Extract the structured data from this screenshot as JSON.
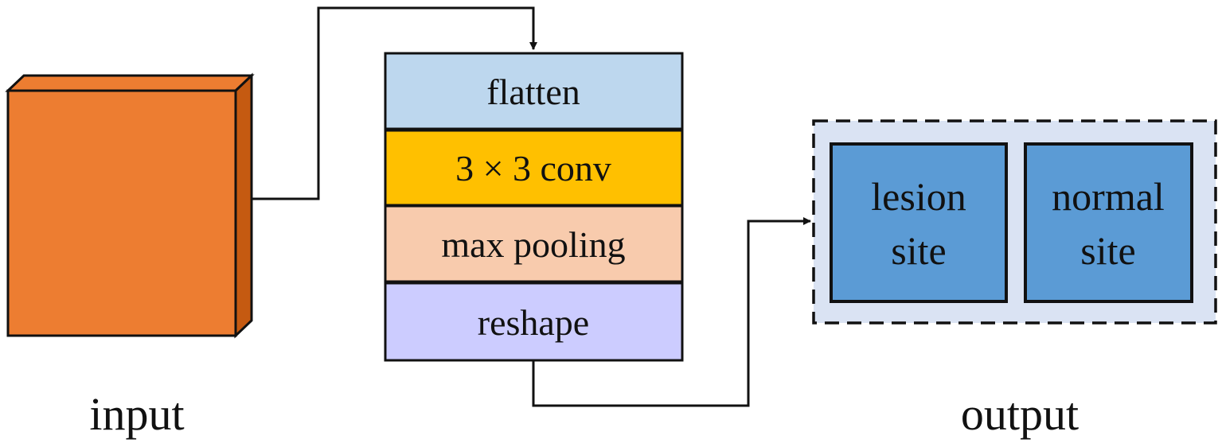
{
  "input": {
    "label": "input"
  },
  "layers": [
    {
      "label": "flatten",
      "color": "#bdd7ee"
    },
    {
      "label": "3 × 3 conv",
      "color": "#ffc000"
    },
    {
      "label": "max pooling",
      "color": "#f8cbad"
    },
    {
      "label": "reshape",
      "color": "#ccccff"
    }
  ],
  "output": {
    "label": "output",
    "background": "#dae3f3",
    "sites": [
      {
        "line1": "lesion",
        "line2": "site",
        "color": "#5b9bd5"
      },
      {
        "line1": "normal",
        "line2": "site",
        "color": "#5b9bd5"
      }
    ]
  },
  "colors": {
    "cube_front": "#ed7d31",
    "cube_side": "#c55a11",
    "stroke": "#111111"
  }
}
